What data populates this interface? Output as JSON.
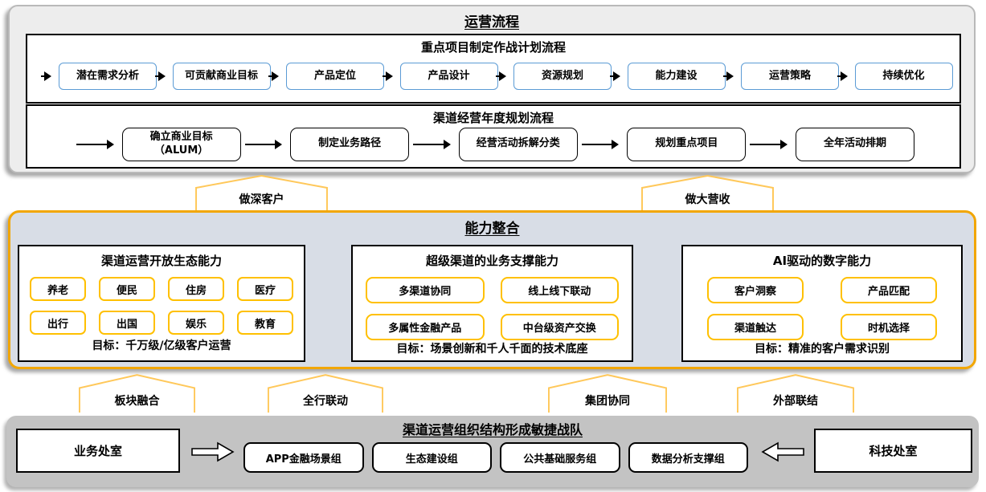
{
  "colors": {
    "gold_accent": "#FFC000",
    "section_border_orange": "#F2A602",
    "connector_gold": "#FFC85A",
    "flow_box_blue": "#5B9BD5",
    "top_section_bg": "#EDEDED",
    "capability_bg": "#D8DDE6",
    "org_bg": "#C3C3C3"
  },
  "operations": {
    "title": "运营流程",
    "flow1": {
      "title": "重点项目制定作战计划流程",
      "steps": [
        "潜在需求分析",
        "可贡献商业目标",
        "产品定位",
        "产品设计",
        "资源规划",
        "能力建设",
        "运营策略",
        "持续优化"
      ]
    },
    "flow2": {
      "title": "渠道经营年度规划流程",
      "steps": [
        "确立商业目标\n（ALUM）",
        "制定业务路径",
        "经营活动拆解分类",
        "规划重点项目",
        "全年活动排期"
      ]
    }
  },
  "upper_connectors": [
    {
      "label": "做深客户"
    },
    {
      "label": "做大营收"
    }
  ],
  "capability": {
    "title": "能力整合",
    "cards": [
      {
        "title": "渠道运营开放生态能力",
        "items": [
          "养老",
          "便民",
          "住房",
          "医疗",
          "出行",
          "出国",
          "娱乐",
          "教育"
        ],
        "goal": "目标：千万级/亿级客户运营"
      },
      {
        "title": "超级渠道的业务支撑能力",
        "items": [
          "多渠道协同",
          "线上线下联动",
          "多属性金融产品",
          "中台级资产交换"
        ],
        "goal": "目标：场景创新和千人千面的技术底座"
      },
      {
        "title": "AI驱动的数字能力",
        "items": [
          "客户洞察",
          "产品匹配",
          "渠道触达",
          "时机选择"
        ],
        "goal": "目标：精准的客户需求识别"
      }
    ]
  },
  "lower_connectors": [
    {
      "label": "板块融合"
    },
    {
      "label": "全行联动"
    },
    {
      "label": "集团协同"
    },
    {
      "label": "外部联结"
    }
  ],
  "org": {
    "title": "渠道运营组织结构形成敏捷战队",
    "left_box": "业务处室",
    "teams": [
      "APP金融场景组",
      "生态建设组",
      "公共基础服务组",
      "数据分析支撑组"
    ],
    "right_box": "科技处室"
  }
}
